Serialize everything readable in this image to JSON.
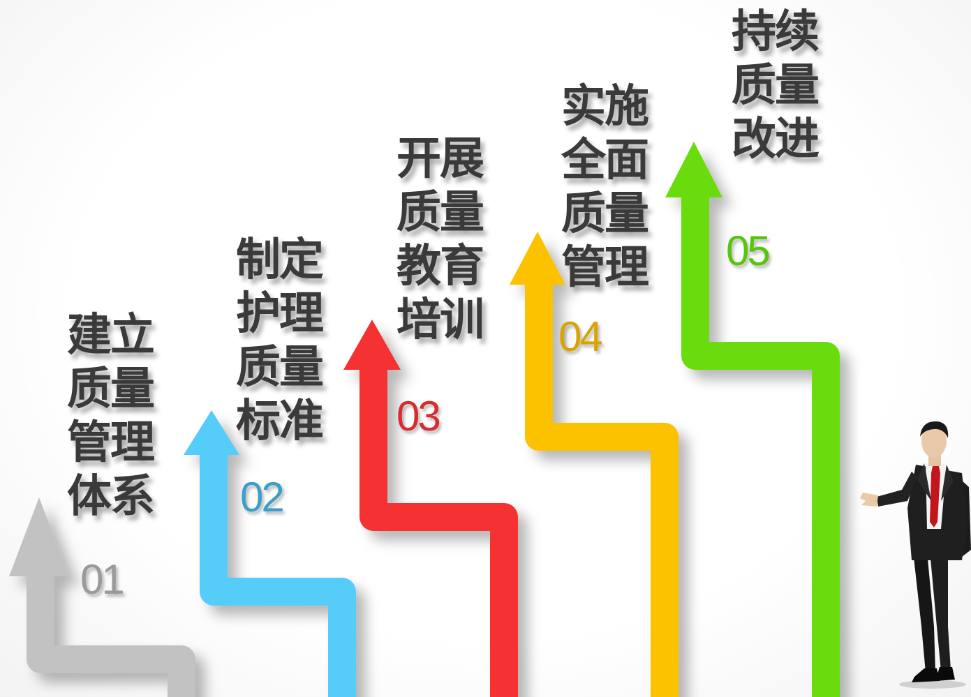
{
  "steps": [
    {
      "number": "01",
      "title": "建立\n质量\n管理\n体系",
      "color": "#c2c2c2",
      "number_color": "#9a9a9a"
    },
    {
      "number": "02",
      "title": "制定\n护理\n质量\n标准",
      "color": "#56ccf8",
      "number_color": "#3aa0c8"
    },
    {
      "number": "03",
      "title": "开展\n质量\n教育\n培训",
      "color": "#f43132",
      "number_color": "#d82c2c"
    },
    {
      "number": "04",
      "title": "实施\n全面\n质量\n管理",
      "color": "#fcc200",
      "number_color": "#d9a400"
    },
    {
      "number": "05",
      "title": "持续\n质量\n改进",
      "color": "#6bdc0c",
      "number_color": "#56c608"
    }
  ],
  "figure": {
    "icon": "businessman-presenting-icon"
  }
}
